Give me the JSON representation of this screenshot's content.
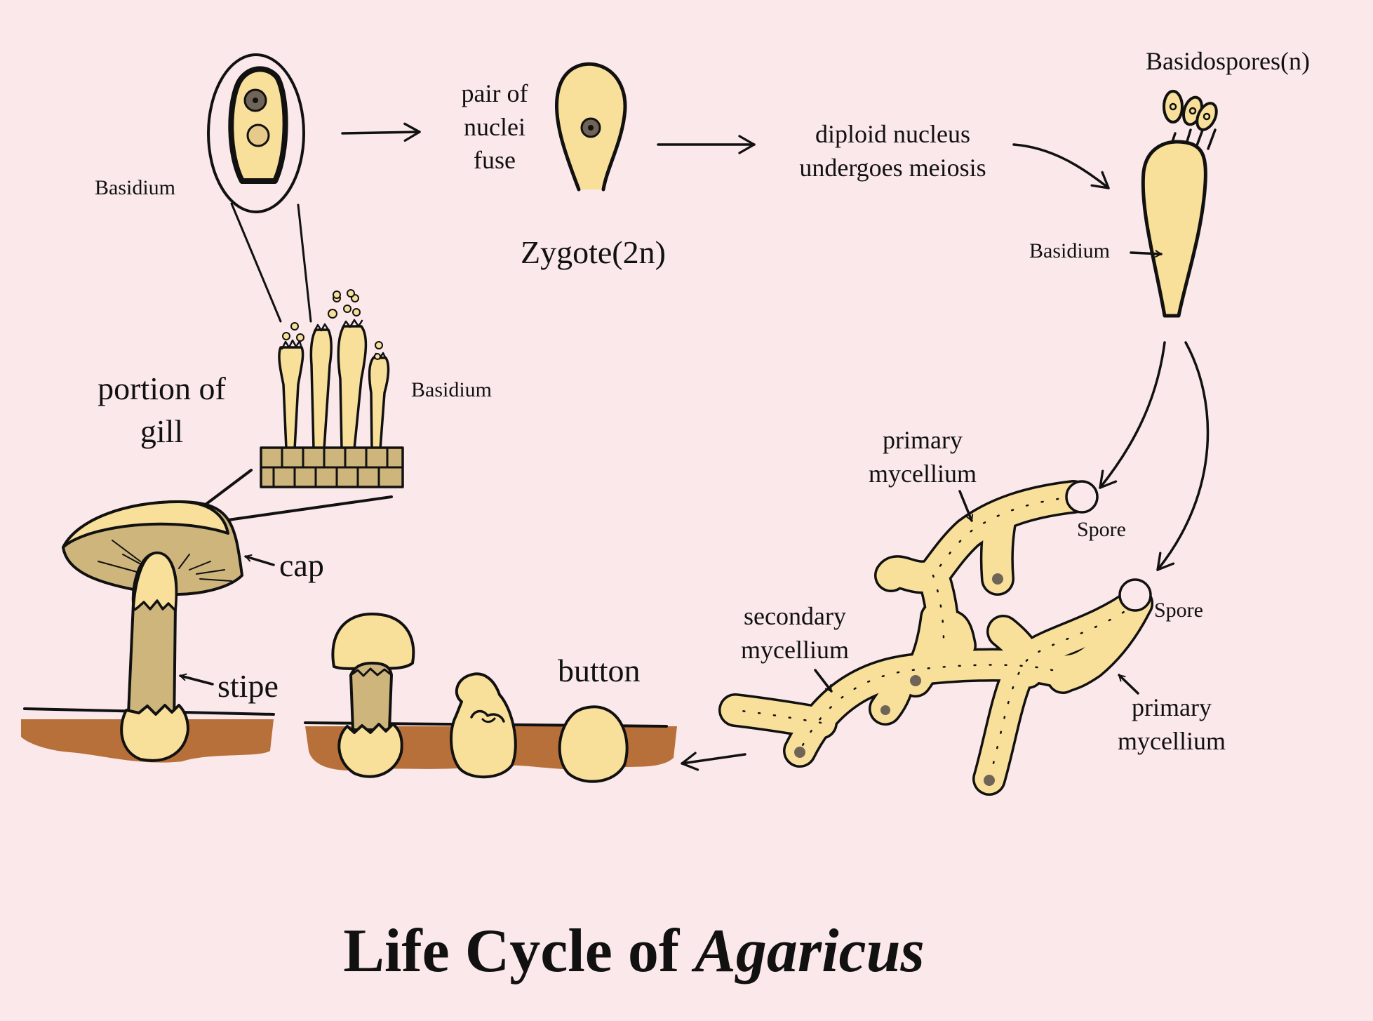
{
  "title": {
    "prefix": "Life Cycle of ",
    "genus": "Agaricus"
  },
  "labels": {
    "basidium_top": "Basidium",
    "pair_of_nuclei_fuse": "pair of\nnuclei\nfuse",
    "zygote": "Zygote(2n)",
    "diploid_nucleus": "diploid nucleus\nundergoes meiosis",
    "basidospores": "Basidospores(n)",
    "basidium_right": "Basidium",
    "portion_of_gill": "portion of\ngill",
    "basidium_gill": "Basidium",
    "cap": "cap",
    "stipe": "stipe",
    "button": "button",
    "primary_mycellium_top": "primary\nmycellium",
    "spore_top": "Spore",
    "spore_right": "Spore",
    "secondary_mycellium": "secondary\nmycellium",
    "primary_mycellium_bottom": "primary\nmycellium"
  },
  "colors": {
    "background": "#fbe8ea",
    "cream": "#f8df9a",
    "tan": "#cdb57c",
    "soil": "#b8703a",
    "stroke": "#111111"
  }
}
